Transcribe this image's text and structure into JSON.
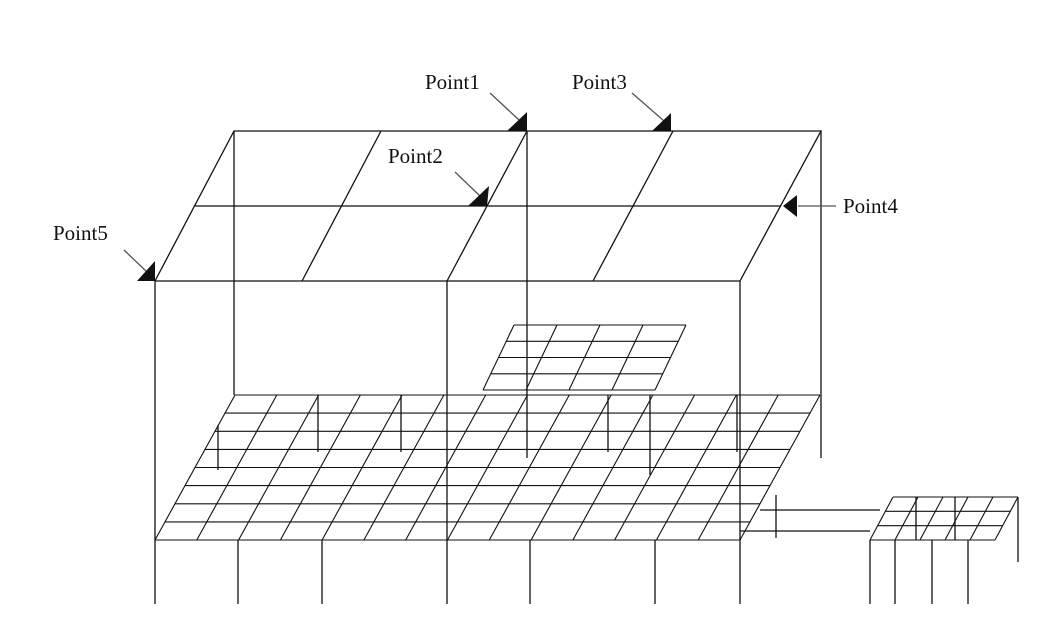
{
  "labels": {
    "point1": "Point1",
    "point2": "Point2",
    "point3": "Point3",
    "point4": "Point4",
    "point5": "Point5"
  },
  "colors": {
    "line": "#111111",
    "leader": "#555555",
    "background": "#ffffff"
  },
  "icons": {
    "marker": "triangle-marker-icon"
  }
}
